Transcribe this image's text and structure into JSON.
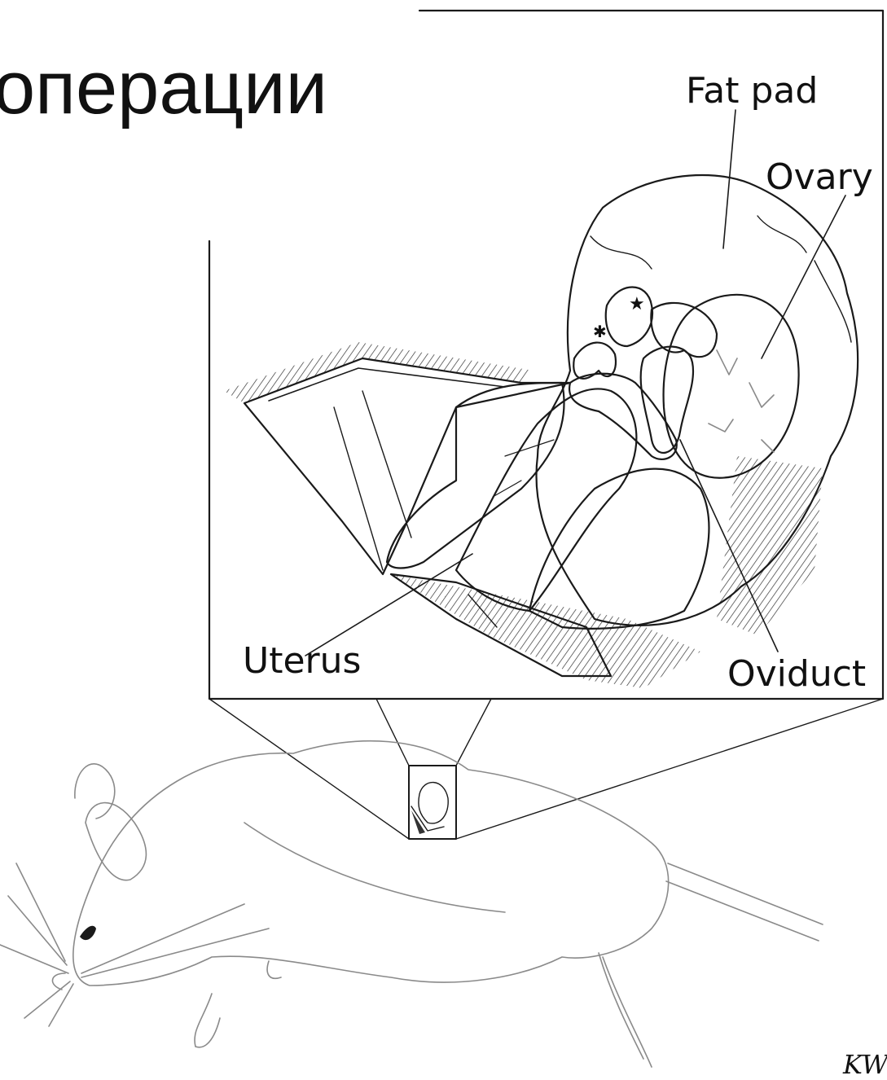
{
  "title": "операции",
  "labels": {
    "fat_pad": "Fat pad",
    "ovary": "Ovary",
    "uterus": "Uterus",
    "oviduct": "Oviduct"
  },
  "signature": "KW",
  "colors": {
    "ink": "#1a1a1a",
    "sketch": "#8a8a8a",
    "background": "#ffffff"
  }
}
